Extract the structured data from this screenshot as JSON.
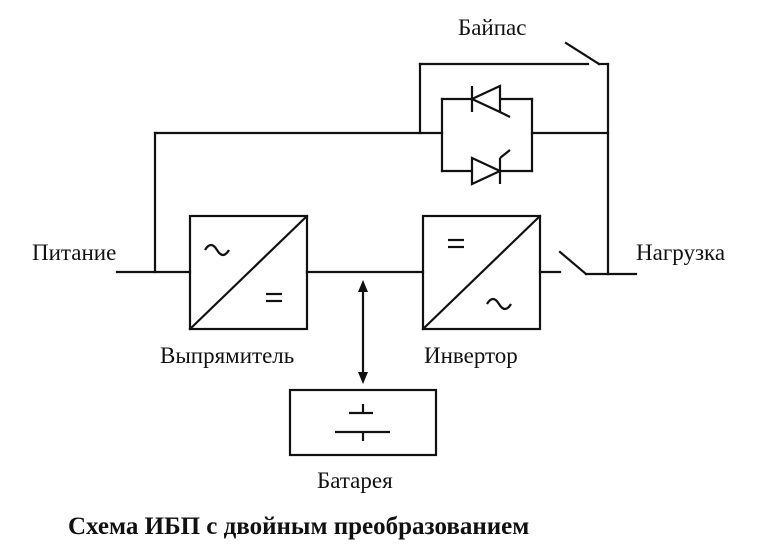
{
  "labels": {
    "bypass": "Байпас",
    "input": "Питание",
    "load": "Нагрузка",
    "rectifier": "Выпрямитель",
    "inverter": "Инвертор",
    "battery": "Батарея"
  },
  "symbols": {
    "dc": "=",
    "ac": "~"
  },
  "caption": "Схема ИБП с двойным преобразованием",
  "colors": {
    "line": "#111111",
    "background": "#ffffff"
  }
}
